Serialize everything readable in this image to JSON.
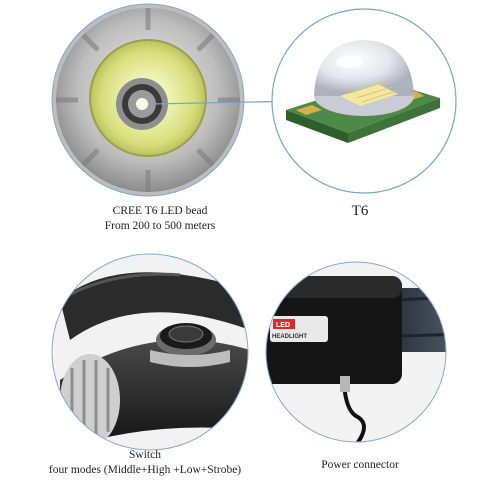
{
  "captions": {
    "led_line1": "CREE T6 LED bead",
    "led_line2": "From  200 to 500 meters",
    "t6": "T6",
    "switch_line1": "Switch",
    "switch_line2": "four modes (Middle+High +Low+Strobe)",
    "power": "Power connector"
  },
  "photo_labels": {
    "led_badge": "LED",
    "headlight": "HEADLIGHT"
  },
  "colors": {
    "circle_border": "#7aa2c8",
    "reflector_yellow": "#e6ec9a",
    "aluminum": "#c8c8c8",
    "pcb_green": "#3c7a3c",
    "led_badge_red": "#d92b2b"
  }
}
